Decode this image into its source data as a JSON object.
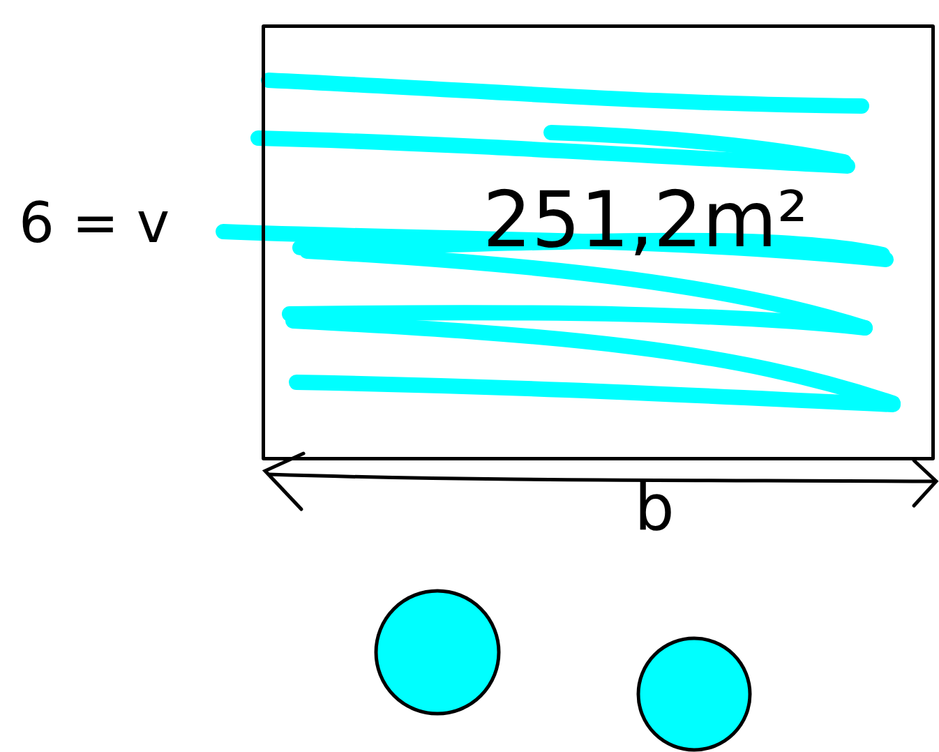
{
  "diagram": {
    "nodes": [
      {
        "text": [
          "251,2m²"
        ]
      }
    ],
    "labels": [
      "6 = v",
      "b"
    ]
  }
}
